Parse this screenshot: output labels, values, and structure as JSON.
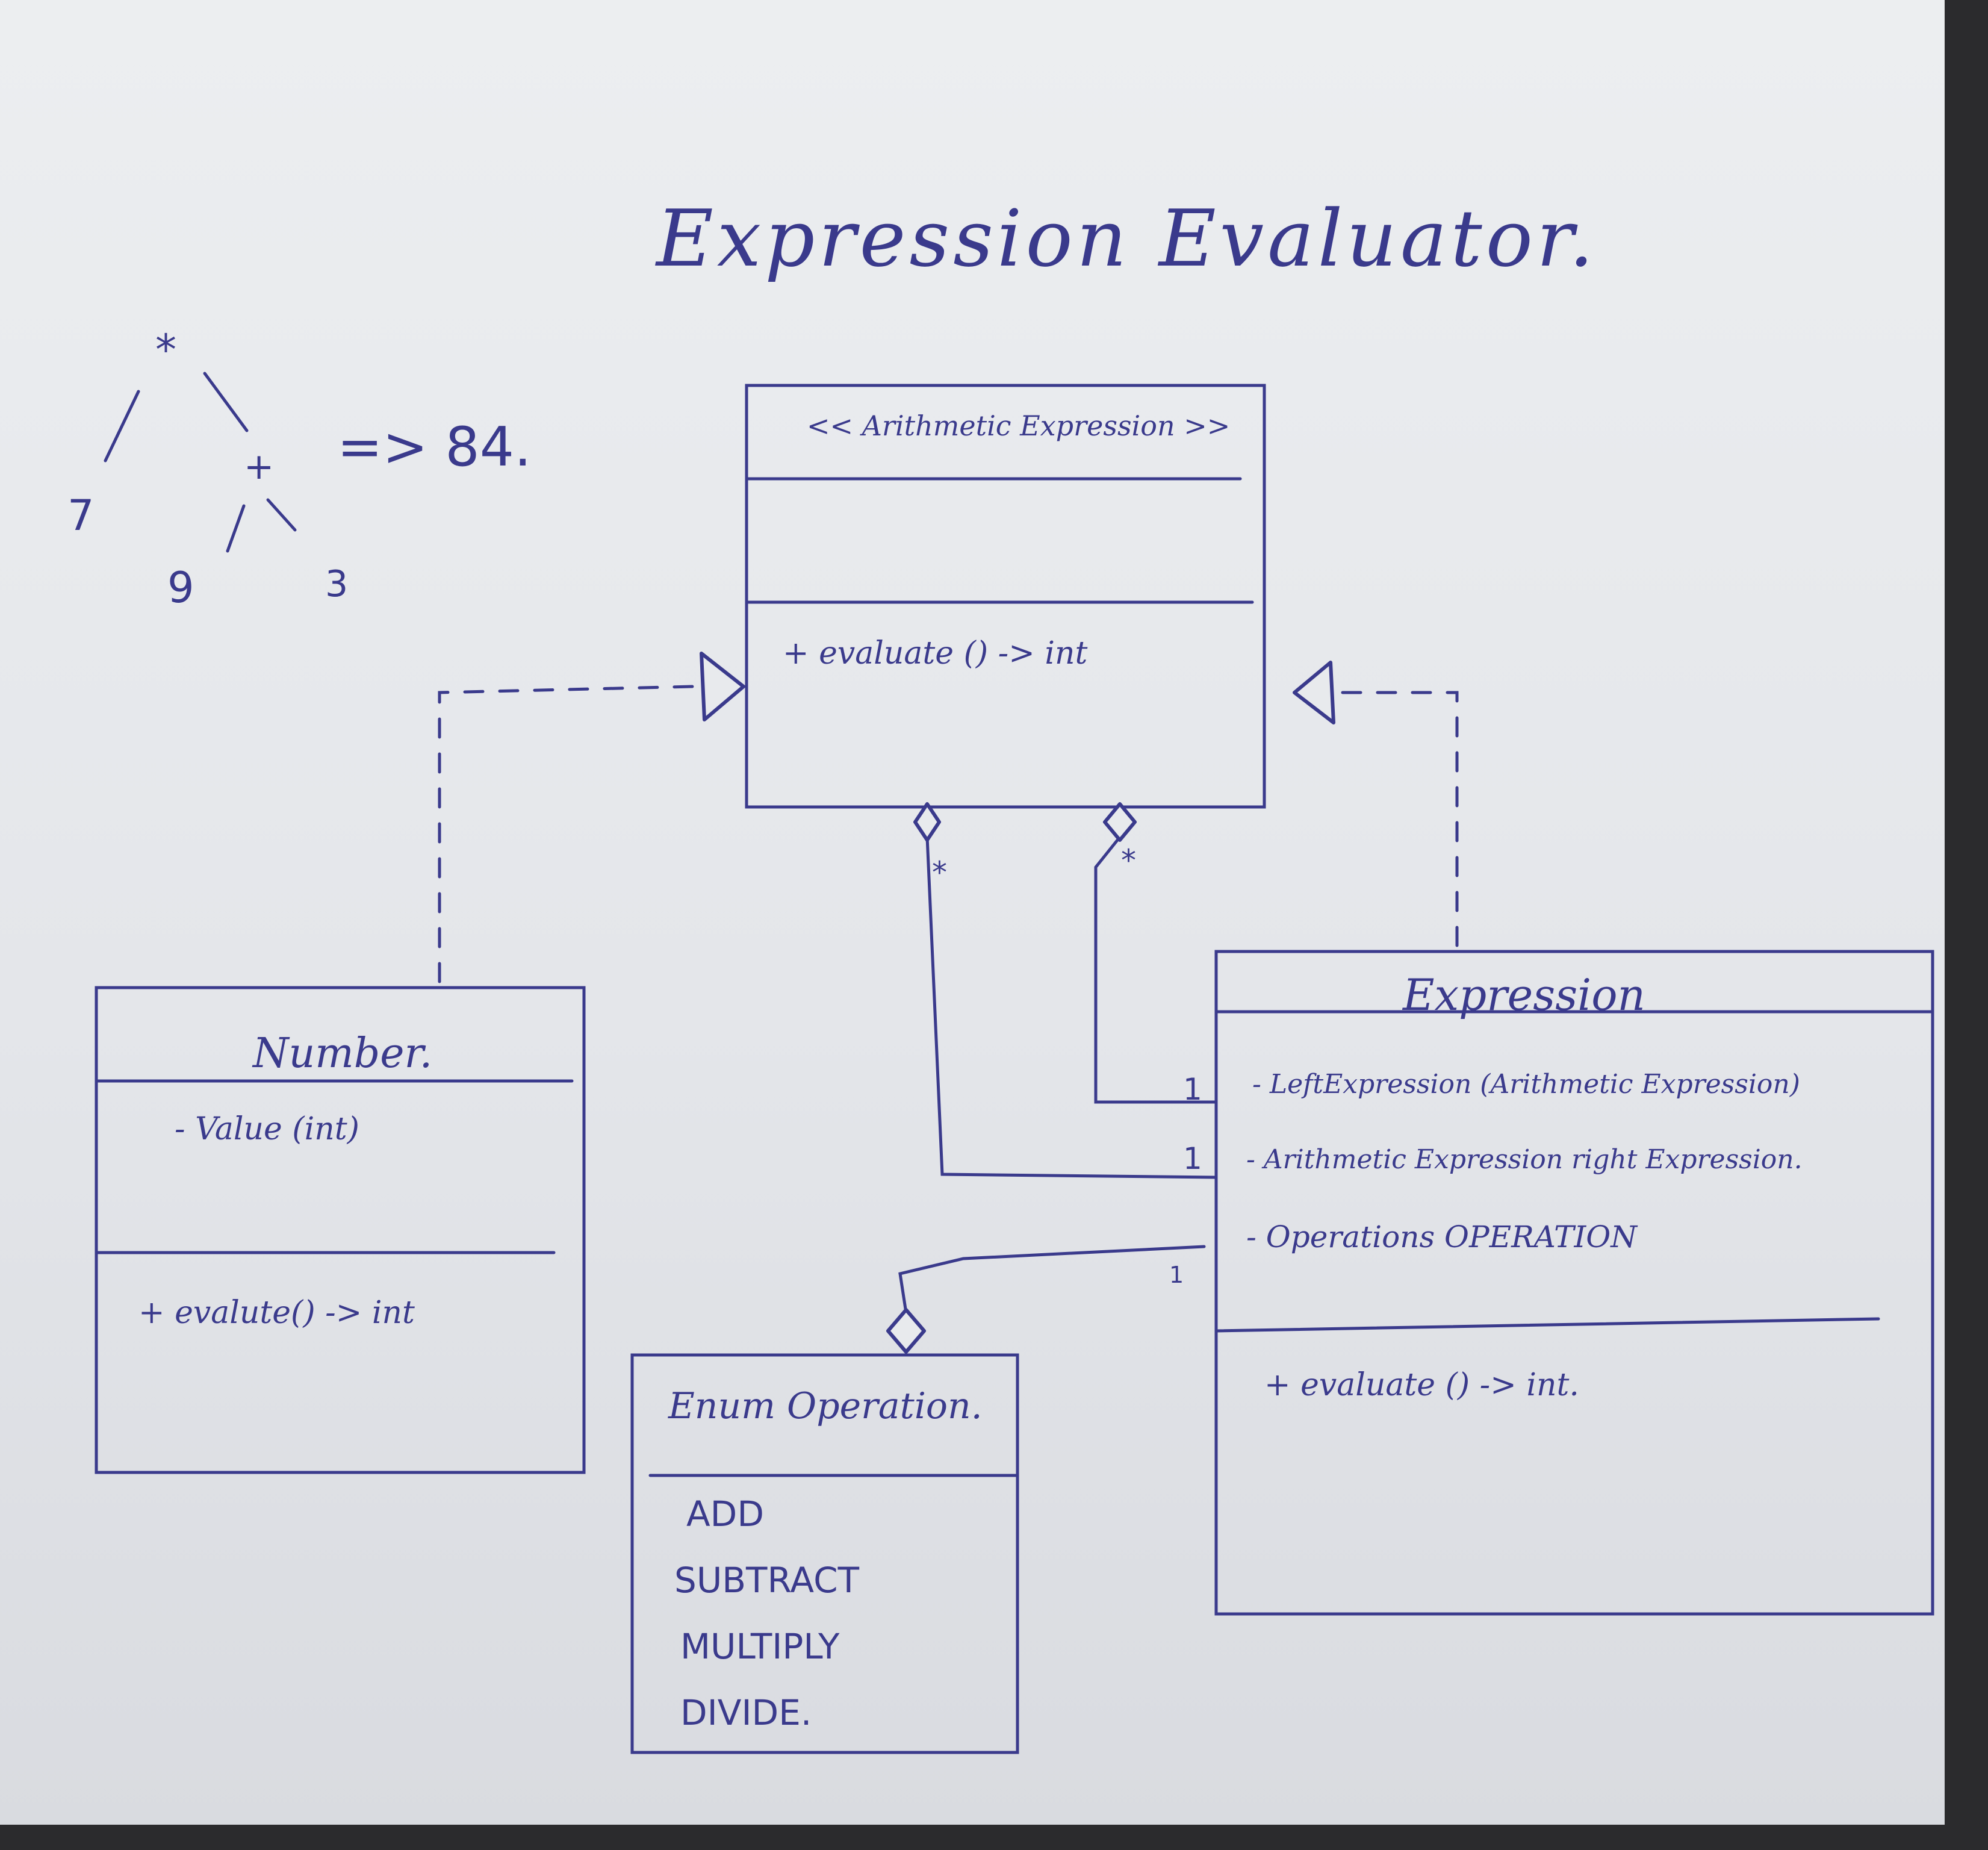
{
  "title": "Expression Evaluator.",
  "tree": {
    "root": "*",
    "left": "7",
    "right": "+",
    "right_left": "9",
    "right_right": "3",
    "result": "=> 84."
  },
  "classes": {
    "arithmetic_expression": {
      "name": "<< Arithmetic Expression >>",
      "methods": [
        "+ evaluate () -> int"
      ]
    },
    "number": {
      "name": "Number.",
      "attributes": [
        "- Value (int)"
      ],
      "methods": [
        "+ evalute() -> int"
      ]
    },
    "expression": {
      "name": "Expression",
      "attributes": [
        "- LeftExpression (Arithmetic Expression)",
        "- Arithmetic Expression  right Expression.",
        "- Operations   OPERATION"
      ],
      "methods": [
        "+ evaluate () -> int."
      ]
    },
    "operation": {
      "name": "Enum Operation.",
      "values": [
        "ADD",
        "SUBTRACT",
        "MULTIPLY",
        "DIVIDE."
      ]
    }
  },
  "multiplicities": {
    "left_star": "*",
    "right_star": "*",
    "left_one": "1",
    "right_one": "1",
    "op_one": "1"
  },
  "ink_color": "#3a3a8c",
  "paper_color": "#e8eaed"
}
